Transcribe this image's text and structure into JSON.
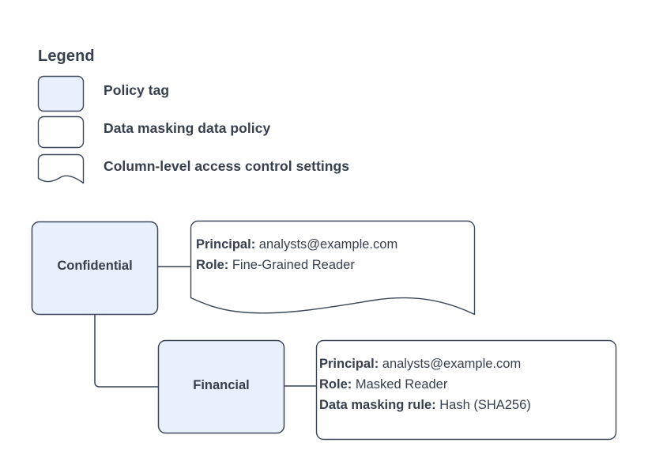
{
  "legend": {
    "title": "Legend",
    "items": [
      {
        "label": "Policy tag",
        "swatch": "policy-tag-swatch",
        "fill": "#e8f0fe",
        "shape": "rounded-rect"
      },
      {
        "label": "Data masking data policy",
        "swatch": "data-masking-policy-swatch",
        "fill": "#ffffff",
        "shape": "rounded-rect"
      },
      {
        "label": "Column-level access control settings",
        "swatch": "access-control-swatch",
        "fill": "#ffffff",
        "shape": "wave-bottom-rect"
      }
    ]
  },
  "diagram": {
    "nodes": [
      {
        "id": "confidential",
        "label": "Confidential",
        "type": "policy-tag"
      },
      {
        "id": "financial",
        "label": "Financial",
        "type": "policy-tag"
      }
    ],
    "callouts": [
      {
        "id": "callout-confidential",
        "shape": "wave-bottom-rect",
        "attached_to": "confidential",
        "lines": [
          {
            "key": "Principal:",
            "value": "analysts@example.com"
          },
          {
            "key": "Role:",
            "value": "Fine-Grained Reader"
          }
        ]
      },
      {
        "id": "callout-financial",
        "shape": "rounded-rect",
        "attached_to": "financial",
        "lines": [
          {
            "key": "Principal:",
            "value": "analysts@example.com"
          },
          {
            "key": "Role:",
            "value": "Masked Reader"
          },
          {
            "key": "Data masking rule:",
            "value": "Hash (SHA256)"
          }
        ]
      }
    ]
  },
  "colors": {
    "node_fill": "#e8f0fe",
    "stroke": "#3c4758",
    "text": "#36404e",
    "background": "#ffffff"
  }
}
